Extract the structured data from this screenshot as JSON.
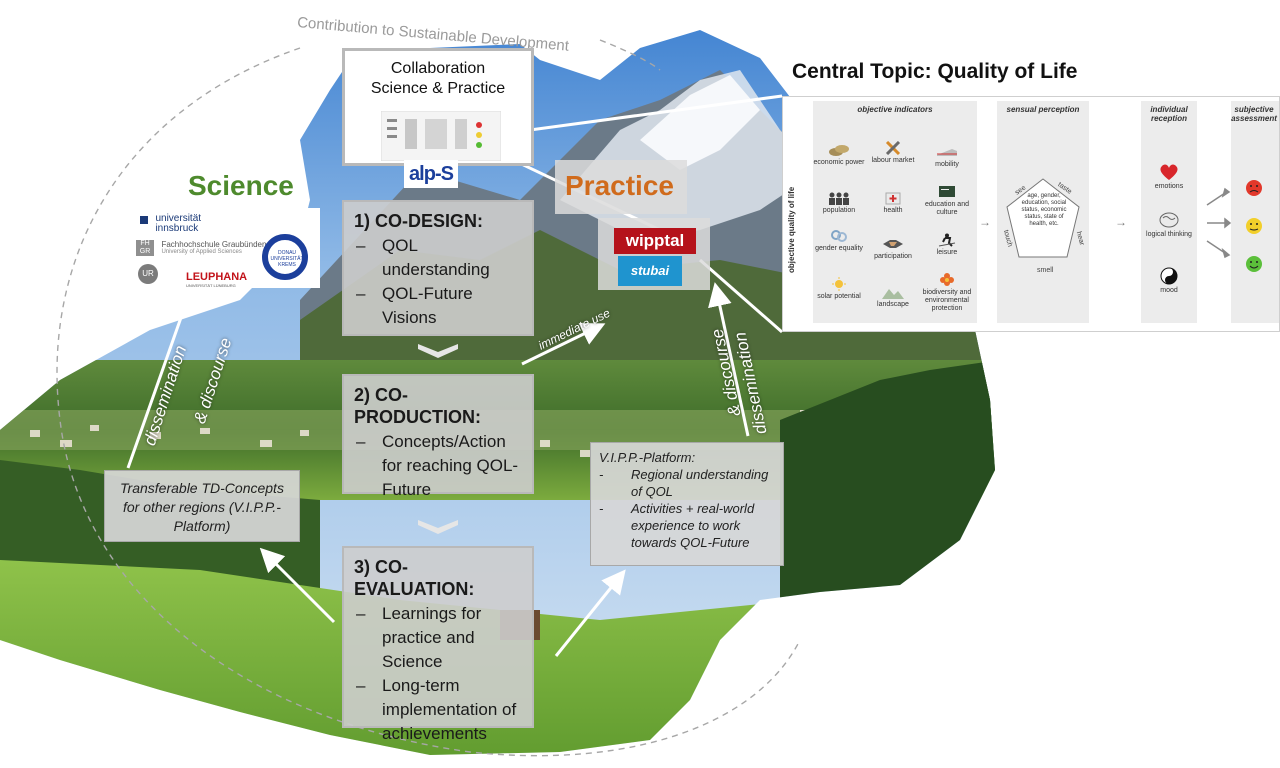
{
  "contribution_label": "Contribution to Sustainable Development",
  "collaboration": {
    "line1": "Collaboration",
    "line2": "Science & Practice",
    "logo": "alp-S"
  },
  "science_label": "Science",
  "practice_label": "Practice",
  "science_logos": {
    "uibk_line1": "universität",
    "uibk_line2": "innsbruck",
    "fh_mark": "FH GR",
    "fh_line1": "Fachhochschule Graubünden",
    "fh_line2": "University of Applied Sciences",
    "ur_mark": "UR",
    "leuphana": "LEUPHANA",
    "leuphana_sub": "UNIVERSITÄT LÜNEBURG",
    "donau": "DONAU UNIVERSITÄT KREMS"
  },
  "practice_logos": {
    "wipptal": "wipptal",
    "stubai": "stubai"
  },
  "phases": [
    {
      "title": "1) CO-DESIGN:",
      "items": [
        "QOL understanding",
        "QOL-Future Visions"
      ]
    },
    {
      "title": "2) CO-PRODUCTION:",
      "items": [
        "Concepts/Action for reaching QOL-Future"
      ]
    },
    {
      "title": "3) CO-EVALUATION:",
      "items": [
        "Learnings for practice and Science",
        "Long-term implementation of achievements"
      ]
    }
  ],
  "flows": {
    "immediate_use": "immediate use",
    "dissemination_left_1": "dissemination",
    "dissemination_left_2": "& discourse",
    "dissemination_right_1": "dissemination",
    "dissemination_right_2": "& discourse"
  },
  "transferable_box": "Transferable TD-Concepts for other regions (V.I.P.P.-Platform)",
  "vipp": {
    "title": "V.I.P.P.-Platform:",
    "items": [
      "Regional understanding of QOL",
      "Activities + real-world experience to work towards QOL-Future"
    ]
  },
  "central_topic": {
    "title": "Central Topic: Quality of Life",
    "vertical_label": "objective quality of life",
    "columns": {
      "objective": "objective indicators",
      "sensual": "sensual perception",
      "individual": "individual reception",
      "subjective": "subjective assessment"
    },
    "indicators": [
      {
        "label": "economic power",
        "icon": "coins-icon"
      },
      {
        "label": "labour market",
        "icon": "tools-icon"
      },
      {
        "label": "mobility",
        "icon": "train-icon"
      },
      {
        "label": "population",
        "icon": "people-icon"
      },
      {
        "label": "health",
        "icon": "medical-icon"
      },
      {
        "label": "education and culture",
        "icon": "chalkboard-icon"
      },
      {
        "label": "gender equality",
        "icon": "gender-icon"
      },
      {
        "label": "participation",
        "icon": "handshake-icon"
      },
      {
        "label": "leisure",
        "icon": "skier-icon"
      },
      {
        "label": "solar potential",
        "icon": "sun-icon"
      },
      {
        "label": "landscape",
        "icon": "landscape-icon"
      },
      {
        "label": "biodiversity and environmental protection",
        "icon": "flower-icon"
      }
    ],
    "senses": {
      "see": "see",
      "taste": "taste",
      "touch": "touch",
      "hear": "hear",
      "smell": "smell"
    },
    "pentagon_text": "age, gender, education, social status, economic status, state of health, etc.",
    "reception": [
      {
        "label": "emotions",
        "icon": "heart-icon"
      },
      {
        "label": "logical thinking",
        "icon": "brain-icon"
      },
      {
        "label": "mood",
        "icon": "yin-yang-icon"
      }
    ],
    "smileys": [
      {
        "icon": "sad-face-icon",
        "color": "#e2382b"
      },
      {
        "icon": "neutral-face-icon",
        "color": "#f2cf2a"
      },
      {
        "icon": "happy-face-icon",
        "color": "#5bbf3a"
      }
    ]
  },
  "colors": {
    "science": "#4e8a2d",
    "practice": "#d06b1c",
    "wipptal": "#b5121b",
    "stubai": "#1f94cf",
    "alps_blue": "#1c3f9c",
    "alps_red": "#d2232a"
  }
}
